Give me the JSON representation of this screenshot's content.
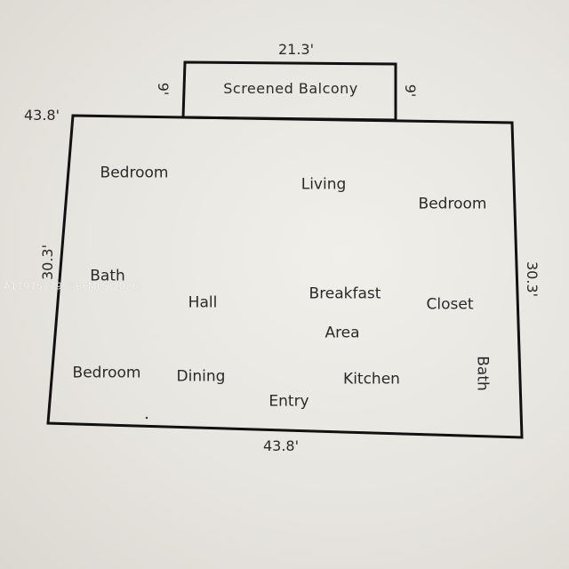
{
  "dimensions": {
    "balcony_width": "21.3'",
    "balcony_depth_left": "9'",
    "balcony_depth_right": "9'",
    "top_width": "43.8'",
    "left_height": "30.3'",
    "right_height": "30.3'",
    "bottom_width": "43.8'"
  },
  "rooms": {
    "screened_balcony": "Screened Balcony",
    "bedroom_top_left": "Bedroom",
    "living": "Living",
    "bedroom_right": "Bedroom",
    "bath_left": "Bath",
    "hall": "Hall",
    "breakfast": "Breakfast",
    "area": "Area",
    "closet": "Closet",
    "bedroom_bottom_left": "Bedroom",
    "dining": "Dining",
    "kitchen": "Kitchen",
    "entry": "Entry",
    "bath_right": "Bath"
  },
  "watermark": "A11975179 ©EFMLS 2026",
  "colors": {
    "line": "#111111",
    "text": "#2a2a2a"
  }
}
